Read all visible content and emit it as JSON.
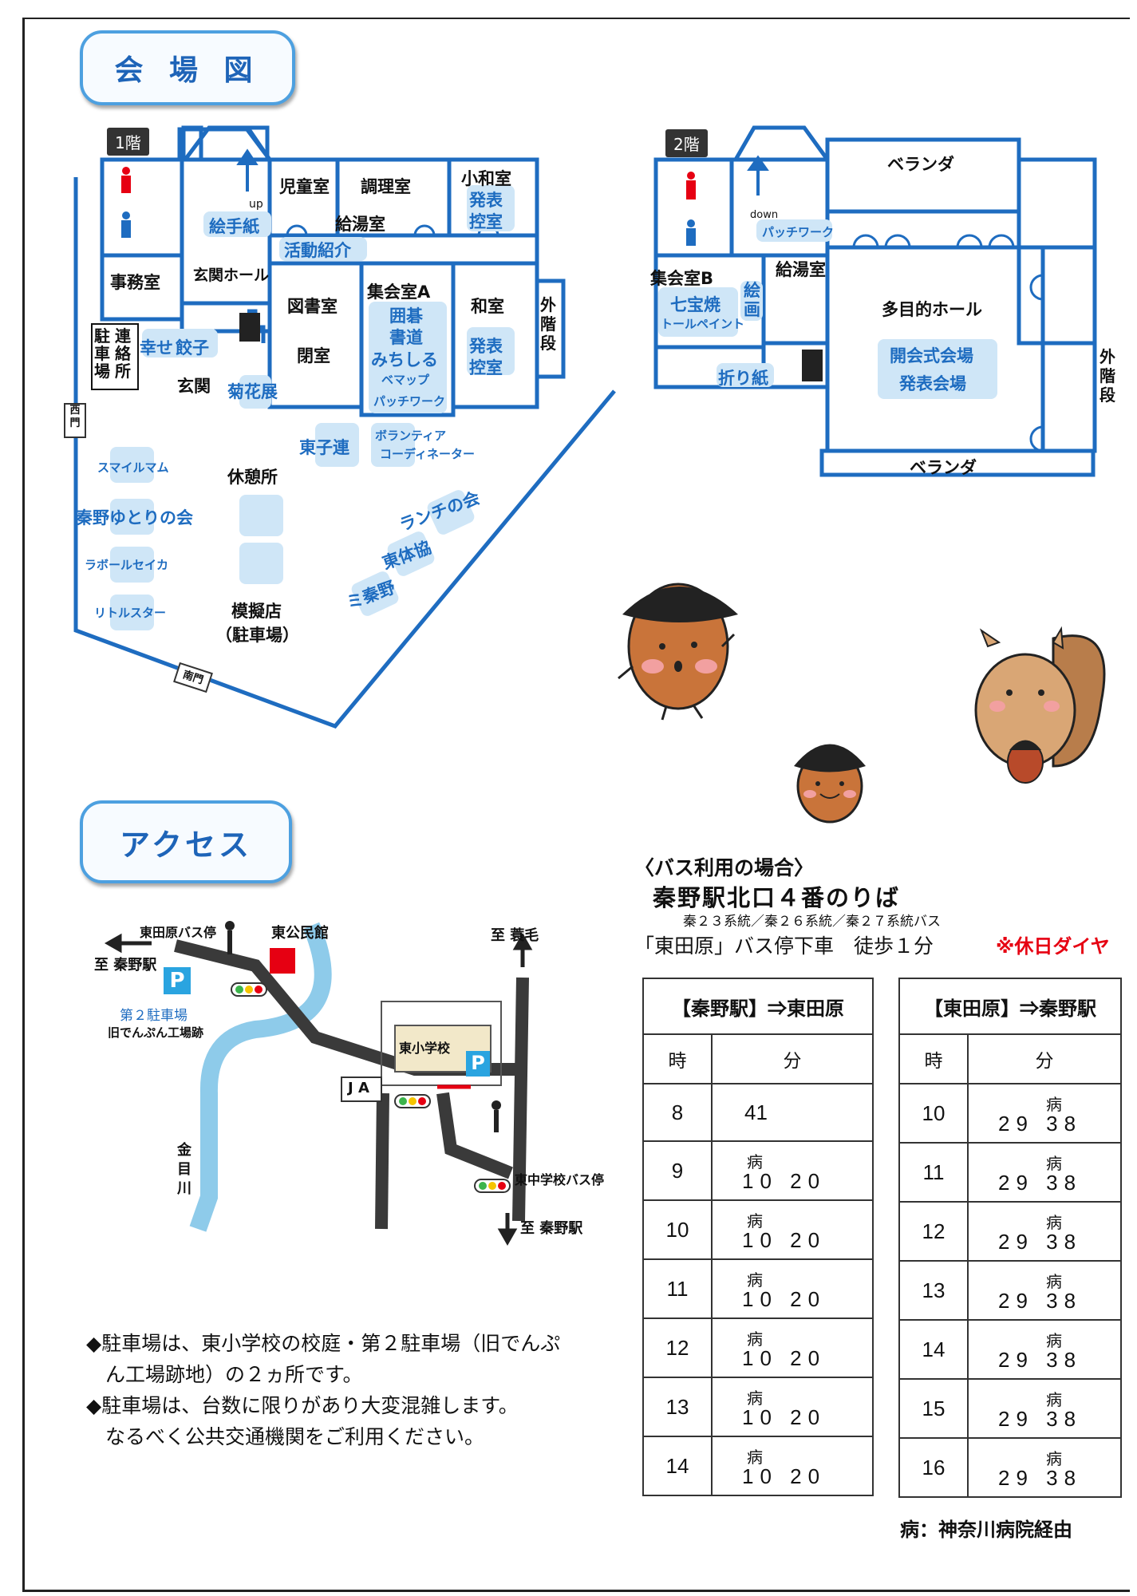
{
  "sections": {
    "floor_map_title": "会 場 図",
    "access_title": "アクセス"
  },
  "floor1": {
    "tag": "1階",
    "rooms_black": {
      "jido": "児童室",
      "chori": "調理室",
      "kowashitsu": "小和室",
      "kyuto": "給湯室",
      "jimu": "事務室",
      "genkan_hall": "玄関ホール",
      "toshoshitsu": "図書室",
      "heishitsu": "閉室",
      "shukai_a": "集会室A",
      "washitsu": "和室",
      "renraku": "連絡所",
      "chusha": "駐車場",
      "genkan": "玄関",
      "kyukei": "休憩所",
      "mogiten": "模擬店",
      "mogiten_sub": "（駐車場）",
      "up": "up",
      "soto_kaidan": "外階段",
      "nishimon": "西門",
      "minamimon": "南門"
    },
    "rooms_blue": {
      "happyo1": "発表",
      "hikae1": "控室",
      "etegami": "絵手紙",
      "katsudo": "活動紹介",
      "shiawase": "幸せ",
      "gyoza": "餃子",
      "kikka": "菊花展",
      "igo": "囲碁",
      "shodo": "書道",
      "michishiru": "みちしる",
      "bemappu": "ベマップ",
      "patchwork": "パッチワーク",
      "happyo2": "発表",
      "hikae2": "控室",
      "higashikoren": "東子連",
      "volunteer1": "ボランティア",
      "volunteer2": "コーディネーター",
      "smile": "スマイルマム",
      "yutori": "秦野ゆとりの会",
      "laboule": "ラボールセイカ",
      "little": "リトルスター",
      "lunch": "ランチの会",
      "higashitaikyo": "東体協",
      "hadano": "ミ秦野"
    }
  },
  "floor2": {
    "tag": "2階",
    "rooms_black": {
      "veranda_top": "ベランダ",
      "veranda_bottom": "ベランダ",
      "shukai_b": "集会室B",
      "kyuto": "給湯室",
      "tamokuteki": "多目的ホール",
      "down": "down",
      "soto_kaidan": "外階段"
    },
    "rooms_blue": {
      "patchwork": "パッチワーク",
      "shippo": "七宝焼",
      "tolepaint": "トールペイント",
      "kaiga": "絵画",
      "origami": "折り紙",
      "kaikaishiki": "開会式会場",
      "happyokaijo": "発表会場"
    }
  },
  "access_map": {
    "labels": {
      "higashitahara_stop": "東田原バス停",
      "higashi_kominkan": "東公民館",
      "to_hadano_left": "至 秦野駅",
      "to_minoge": "至 蓑毛",
      "lot2": "第２駐車場",
      "lot2_sub": "旧でんぷん工場跡",
      "school": "東小学校",
      "ja": "J A",
      "stop2": "東中学校バス停",
      "to_hadano_bottom": "至 秦野駅",
      "river": "金目川",
      "p": "P"
    }
  },
  "parking_notes": [
    "◆駐車場は、東小学校の校庭・第２駐車場（旧でんぷ",
    "ん工場跡地）の２ヵ所です。",
    "◆駐車場は、台数に限りがあり大変混雑します。",
    "なるべく公共交通機関をご利用ください。"
  ],
  "bus_info": {
    "heading": "〈バス利用の場合〉",
    "stop": "秦野駅北口４番のりば",
    "routes": "秦２３系統／秦２６系統／秦２７系統バス",
    "alight": "「東田原」バス停下車　徒歩１分",
    "holiday": "※休日ダイヤ",
    "footnote": "病：神奈川病院経由"
  },
  "timetable_left": {
    "title": "【秦野駅】⇒東田原",
    "col_hour": "時",
    "col_min": "分",
    "rows": [
      {
        "hour": "8",
        "mark": "",
        "mins": "41"
      },
      {
        "hour": "9",
        "mark": "病",
        "mins": "10 20"
      },
      {
        "hour": "10",
        "mark": "病",
        "mins": "10 20"
      },
      {
        "hour": "11",
        "mark": "病",
        "mins": "10 20"
      },
      {
        "hour": "12",
        "mark": "病",
        "mins": "10 20"
      },
      {
        "hour": "13",
        "mark": "病",
        "mins": "10 20"
      },
      {
        "hour": "14",
        "mark": "病",
        "mins": "10 20"
      }
    ]
  },
  "timetable_right": {
    "title": "【東田原】⇒秦野駅",
    "col_hour": "時",
    "col_min": "分",
    "rows": [
      {
        "hour": "10",
        "mark": "病",
        "mins": "29 38"
      },
      {
        "hour": "11",
        "mark": "病",
        "mins": "29 38"
      },
      {
        "hour": "12",
        "mark": "病",
        "mins": "29 38"
      },
      {
        "hour": "13",
        "mark": "病",
        "mins": "29 38"
      },
      {
        "hour": "14",
        "mark": "病",
        "mins": "29 38"
      },
      {
        "hour": "15",
        "mark": "病",
        "mins": "29 38"
      },
      {
        "hour": "16",
        "mark": "病",
        "mins": "29 38"
      }
    ]
  },
  "colors": {
    "plan_blue": "#1e6cc0",
    "label_bg": "#cfe6f7",
    "accent_red": "#e60012",
    "road": "#3a3a3a",
    "river": "#8ecbea"
  }
}
